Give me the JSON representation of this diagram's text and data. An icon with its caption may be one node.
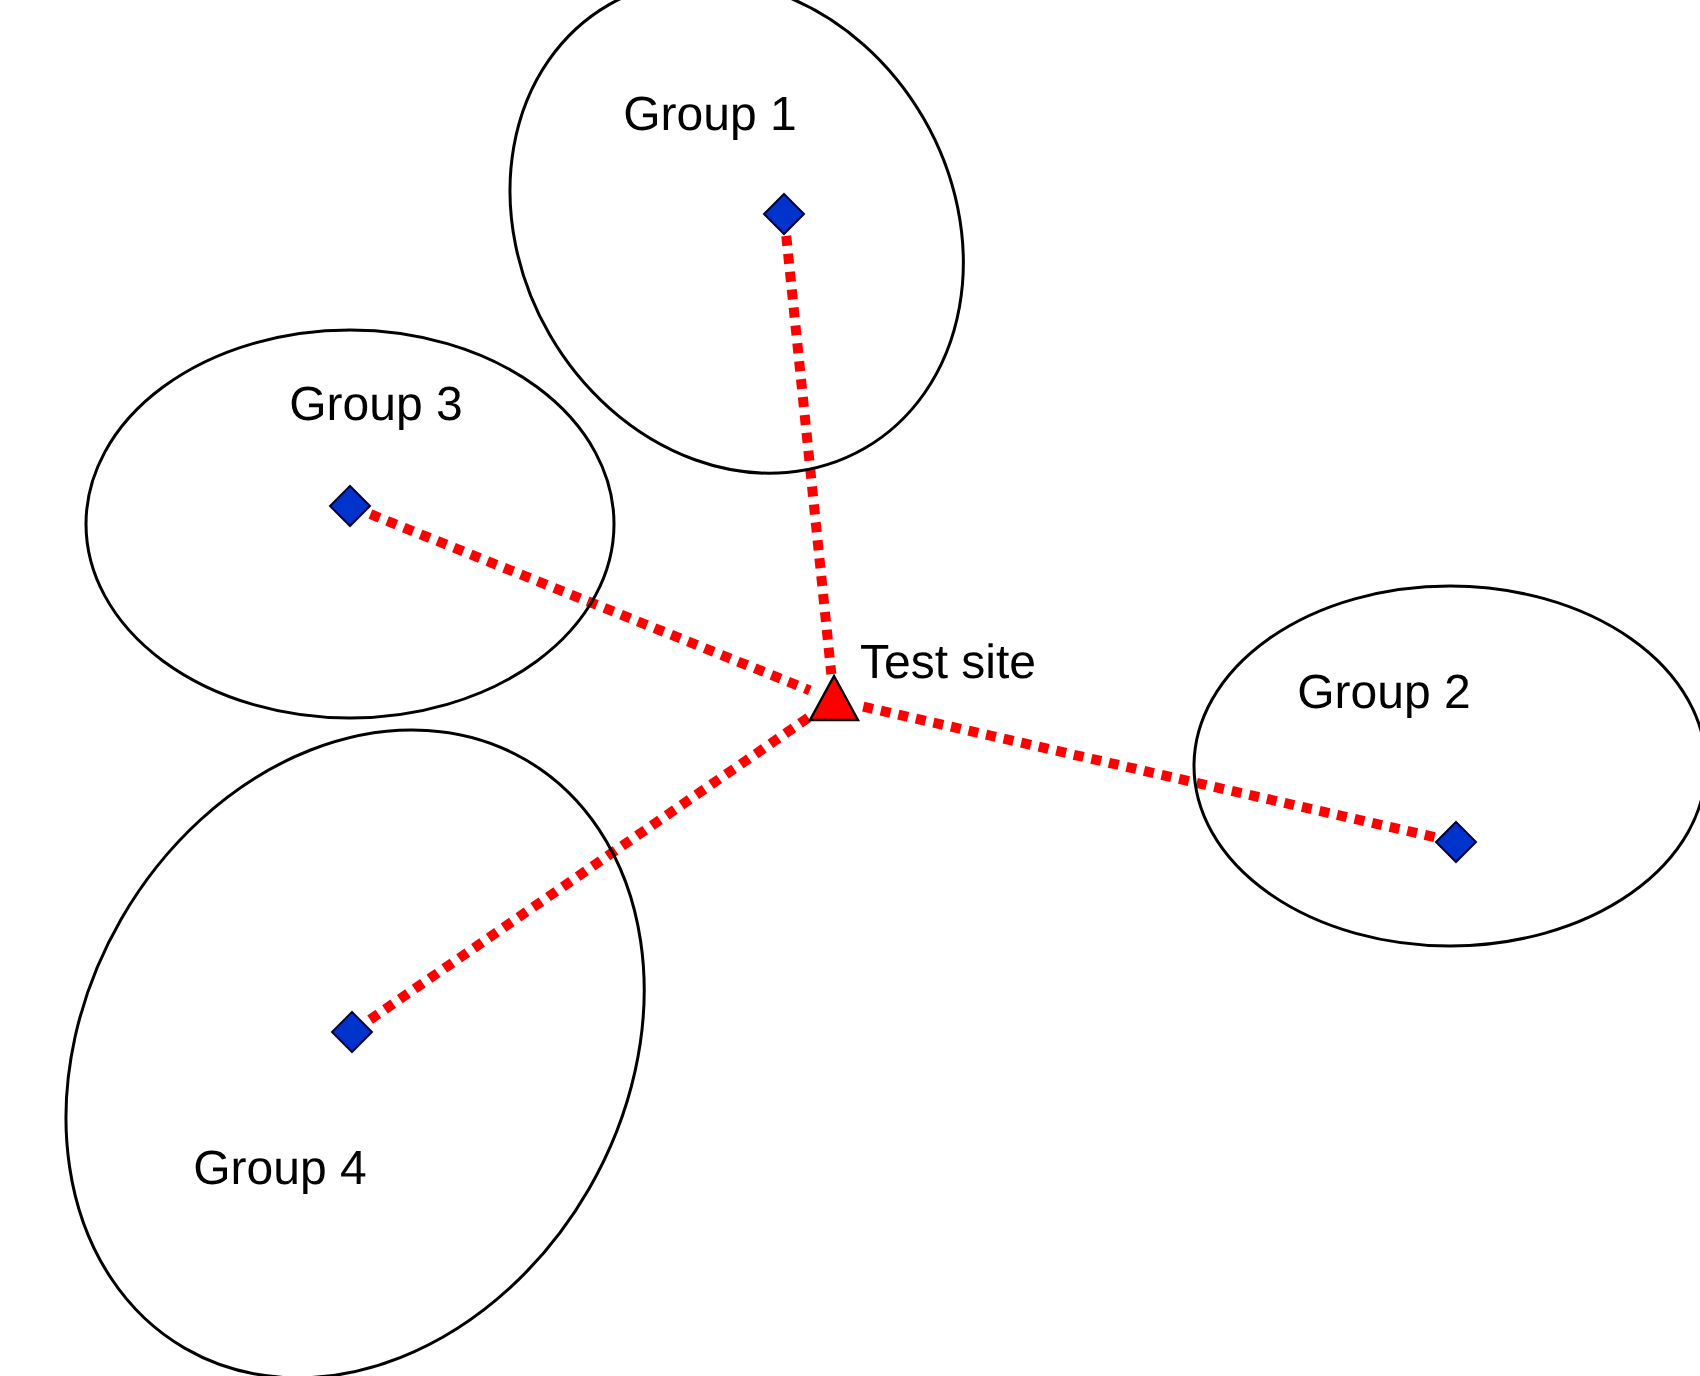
{
  "diagram": {
    "nodes": [
      {
        "text": [
          "Group 1"
        ]
      },
      {
        "text": [],
        "shape": "diamond",
        "in": 0
      },
      {
        "text": [
          "Group 3"
        ]
      },
      {
        "text": [],
        "shape": "diamond",
        "in": 2
      },
      {
        "text": [
          "Test site"
        ]
      },
      {
        "text": [
          "Group 2"
        ]
      },
      {
        "text": [],
        "shape": "diamond",
        "in": 5
      },
      {
        "text": [
          "Group 4"
        ]
      },
      {
        "text": [],
        "shape": "diamond",
        "in": 7
      }
    ],
    "edges": [
      {
        "from": 1,
        "to": 4,
        "arrow": "none",
        "style": "dashed",
        "color": "#ff0000"
      },
      {
        "from": 3,
        "to": 4,
        "arrow": "none",
        "style": "dashed",
        "color": "#ff0000"
      },
      {
        "from": 6,
        "to": 4,
        "arrow": "none",
        "style": "dashed",
        "color": "#ff0000"
      },
      {
        "from": 8,
        "to": 4,
        "arrow": "none",
        "style": "dashed",
        "color": "#ff0000"
      }
    ]
  }
}
